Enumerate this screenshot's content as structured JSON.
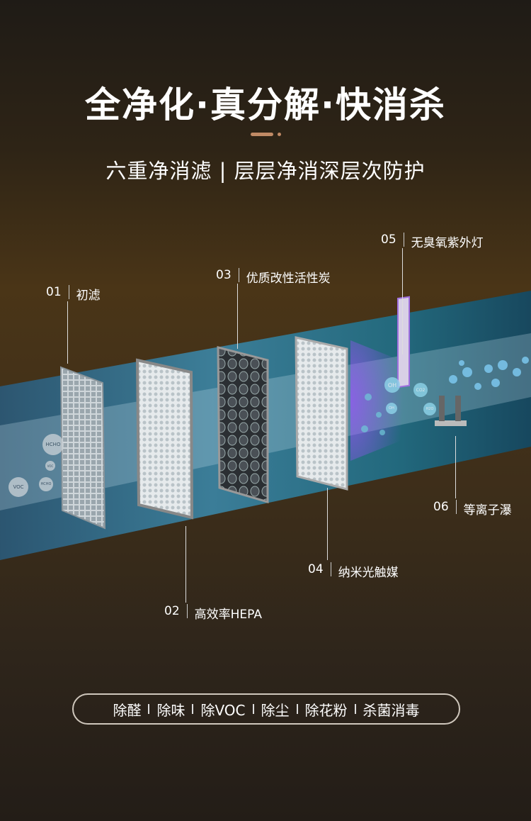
{
  "header": {
    "title": "全净化·真分解·快消杀",
    "subtitle": "六重净消滤 | 层层净消深层次防护",
    "accent_color": "#c08a65"
  },
  "filters": [
    {
      "num": "01",
      "label": "初滤"
    },
    {
      "num": "02",
      "label": "高效率HEPA"
    },
    {
      "num": "03",
      "label": "优质改性活性炭"
    },
    {
      "num": "04",
      "label": "纳米光触媒"
    },
    {
      "num": "05",
      "label": "无臭氧紫外灯"
    },
    {
      "num": "06",
      "label": "等离子瀑"
    }
  ],
  "pollutants": [
    "HCHO",
    "VOC",
    "HCHO",
    "VOC"
  ],
  "molecules": [
    "OH",
    "CO2",
    "OH",
    "H2O"
  ],
  "features": [
    "除醛",
    "除味",
    "除VOC",
    "除尘",
    "除花粉",
    "杀菌消毒"
  ]
}
